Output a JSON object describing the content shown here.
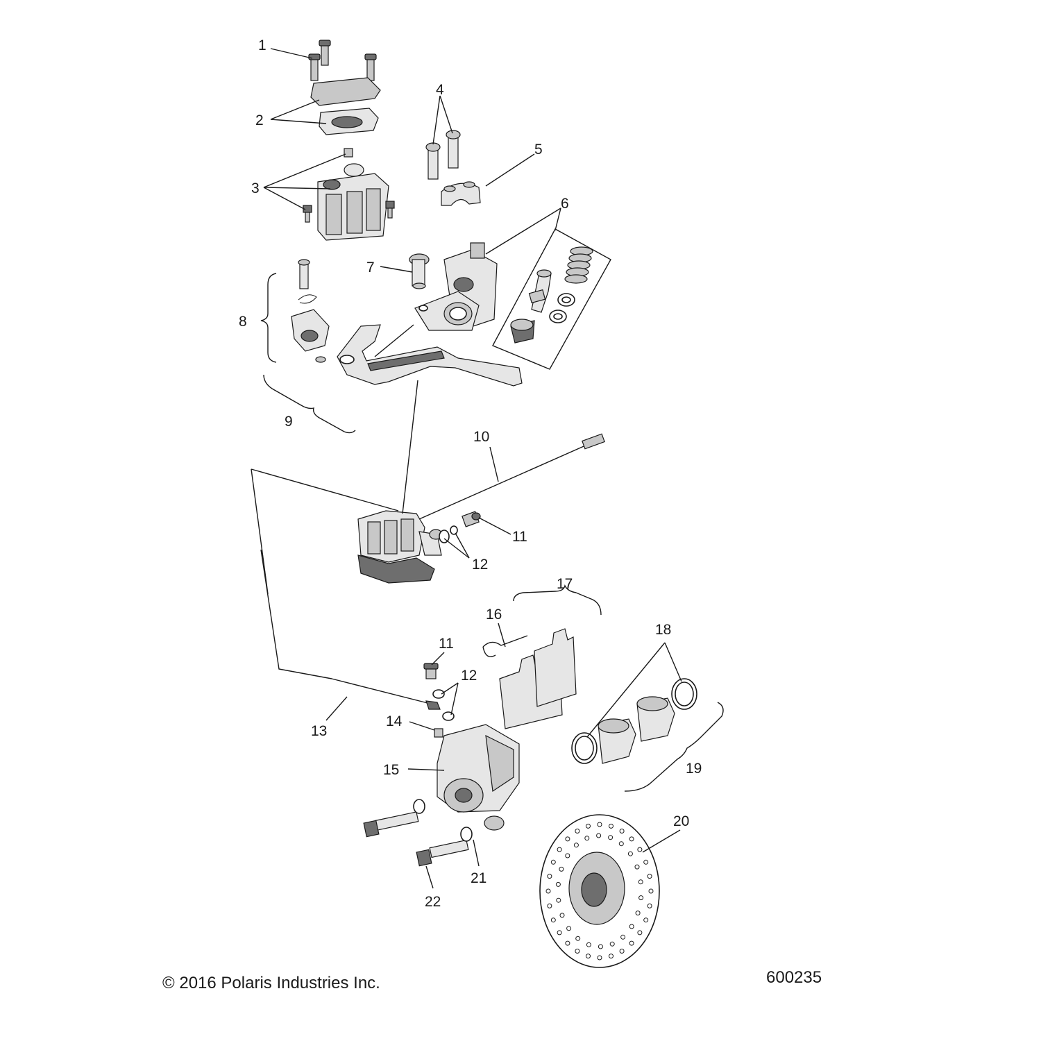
{
  "callouts": {
    "c1": "1",
    "c2": "2",
    "c3": "3",
    "c4": "4",
    "c5": "5",
    "c6": "6",
    "c7": "7",
    "c8": "8",
    "c9": "9",
    "c10": "10",
    "c11a": "11",
    "c12a": "12",
    "c11b": "11",
    "c12b": "12",
    "c13": "13",
    "c14": "14",
    "c15": "15",
    "c16": "16",
    "c17": "17",
    "c18": "18",
    "c19": "19",
    "c20": "20",
    "c21": "21",
    "c22": "22"
  },
  "footer": {
    "copyright": "© 2016 Polaris Industries Inc.",
    "figure_number": "600235"
  }
}
